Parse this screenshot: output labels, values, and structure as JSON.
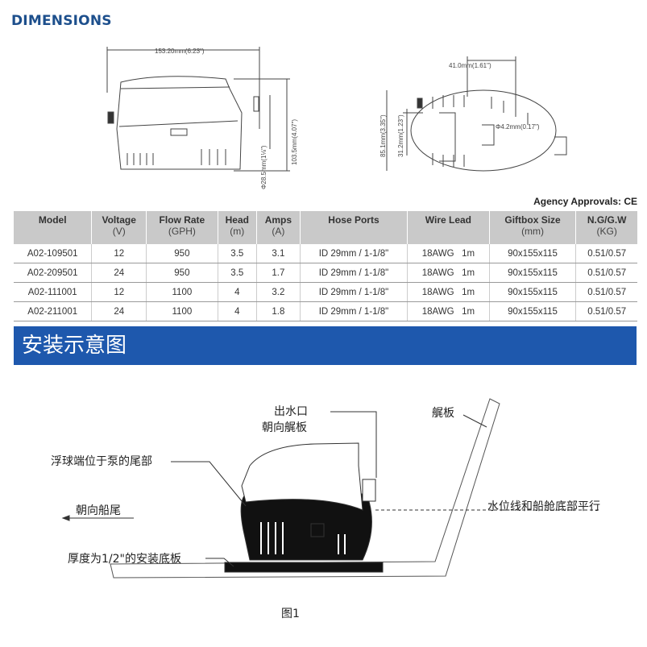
{
  "header": {
    "title": "DIMENSIONS",
    "agency": "Agency Approvals: CE"
  },
  "dimensions": {
    "length": "153.20mm(6.23\")",
    "height": "103.5mm(4.07\")",
    "outlet": "Φ28.5mm(1⅛\")",
    "hole_spacing": "41.0mm(1.61\")",
    "width": "85.1mm(3.35\")",
    "slot": "31.2mm(1.23\")",
    "hole": "Φ4.2mm(0.17\")"
  },
  "table": {
    "headers": [
      {
        "t": "Model",
        "u": ""
      },
      {
        "t": "Voltage",
        "u": "(V)"
      },
      {
        "t": "Flow Rate",
        "u": "(GPH)"
      },
      {
        "t": "Head",
        "u": "(m)"
      },
      {
        "t": "Amps",
        "u": "(A)"
      },
      {
        "t": "Hose Ports",
        "u": ""
      },
      {
        "t": "Wire Lead",
        "u": ""
      },
      {
        "t": "Giftbox Size",
        "u": "(mm)"
      },
      {
        "t": "N.G/G.W",
        "u": "(KG)"
      }
    ],
    "rows": [
      [
        "A02-109501",
        "12",
        "950",
        "3.5",
        "3.1",
        "ID 29mm / 1-1/8\"",
        "18AWG   1m",
        "90x155x115",
        "0.51/0.57"
      ],
      [
        "A02-209501",
        "24",
        "950",
        "3.5",
        "1.7",
        "ID 29mm / 1-1/8\"",
        "18AWG   1m",
        "90x155x115",
        "0.51/0.57"
      ],
      [
        "A02-111001",
        "12",
        "1100",
        "4",
        "3.2",
        "ID 29mm / 1-1/8\"",
        "18AWG   1m",
        "90x155x115",
        "0.51/0.57"
      ],
      [
        "A02-211001",
        "24",
        "1100",
        "4",
        "1.8",
        "ID 29mm / 1-1/8\"",
        "18AWG   1m",
        "90x155x115",
        "0.51/0.57"
      ]
    ]
  },
  "install": {
    "banner": "安装示意图",
    "outlet1": "出水口",
    "outlet2": "朝向艉板",
    "transom": "艉板",
    "float": "浮球端位于泵的尾部",
    "stern": "朝向船尾",
    "waterline": "水位线和船舱底部平行",
    "base": "厚度为1/2\"的安装底板",
    "figure": "图1"
  },
  "colors": {
    "title": "#1d4f8c",
    "banner": "#1e58ad",
    "header_bg": "#c9c9c9"
  }
}
